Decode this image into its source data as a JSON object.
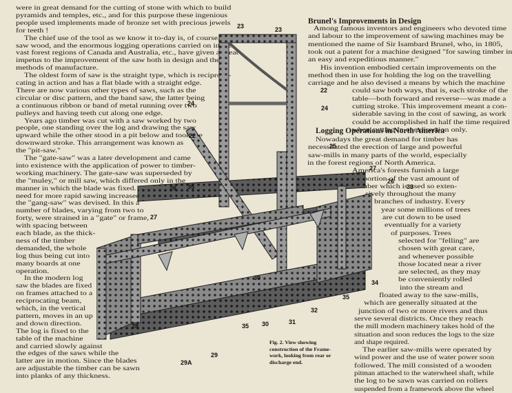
{
  "left_column": [
    "were in great demand for the cutting of stone with which to build",
    "pyramids and temples, etc., and for this purpose these ingenious",
    "people used implements made of bronze set with precious jewels",
    "for teeth !",
    "The chief use of the tool as we know it to-day is, of course, to",
    "saw wood, and the enormous logging operations carried on in the",
    "vast forest regions of Canada and Australia, etc., have given a great",
    "impetus to the improvement of the saw both in design and the",
    "methods of manufacture.",
    "The oldest form of saw is the straight type, which is reciproca-",
    "cating in action and has a flat blade with a straight edge.",
    "There are now various other types of saws, such as the",
    "circular or disc pattern, and the band saw, the latter being",
    "a continuous ribbon or band of metal running over two",
    "pulleys and having teeth cut along one edge.",
    "Years ago timber was cut with a saw worked by two",
    "people, one standing over the log and drawing the saw",
    "upward while the other stood in a pit below and took the",
    "downward stroke. This arrangement was known as",
    "the \"pit-saw.\"",
    "The \"gate-saw\" was a later development and came",
    "into existence with the application of power to timber-",
    "working machinery. The gate-saw was superseded by",
    "the \"muley,\" or mill saw, which differed only in the",
    "manner in which the blade was fixed. Eventually, as the",
    "need for more rapid sawing increased,",
    "the \"gang-saw\" was devised. In this a",
    "number of blades, varying from two to",
    "forty, were strained in a \"gate\" or frame,",
    "with spacing between",
    "each blade, as the thick-",
    "ness of the timber",
    "demanded, the whole",
    "log thus being cut into",
    "many boards at one",
    "operation.",
    "In the modern log",
    "saw the blades are fixed",
    "on frames attached to a",
    "reciprocating beam,",
    "which, in the vertical",
    "pattern, moves in an up",
    "and down direction.",
    "The log is fixed to the",
    "table of the machine",
    "and carried slowly against",
    "the edges of the saws while the",
    "latter are in motion. Since the blades",
    "are adjustable the timber can be sawn",
    "into planks of any thickness."
  ],
  "right_column": {
    "heading1": "Brunel's Improvements in Design",
    "para1": [
      "Among famous inventors and engineers who devoted time",
      "and labour to the improvement of sawing machines may be",
      "mentioned the name of Sir Isambard Brunel, who, in 1805,",
      "took out a patent for a machine designed \"for sawing timber in",
      "an easy and expeditious manner.\"",
      "His invention embodied certain improvements on the",
      "method then in use for holding the log on the travelling",
      "carriage and he also devised a means by which the machine",
      "could saw both ways, that is, each stroke of the",
      "table—both forward and reverse—was made a",
      "cutting stroke. This improvement meant a con-",
      "siderable saving in the cost of sawing, as work",
      "could be accomplished in half the time required",
      "when cutting in one direction only."
    ],
    "heading2": "Logging Operations in North America",
    "para2": [
      "Nowadays the great demand for timber has",
      "necessitated the erection of large and powerful",
      "saw-mills in many parts of the world, especially",
      "in the forest regions of North America.",
      "America's forests furnish a large",
      "proportion of the vast amount of",
      "timber which is used so exten-",
      "sively throughout the many",
      "branches of industry. Every",
      "year some millions of trees",
      "are cut down to be used",
      "eventually for a variety",
      "of purposes. Trees",
      "selected for \"felling\" are",
      "chosen with great care,",
      "and whenever possible",
      "those located near a river",
      "are selected, as they may",
      "be conveniently rolled",
      "into the stream and",
      "floated away to the saw-mills,",
      "which are generally situated at the",
      "junction of two or more rivers and thus",
      "serve several districts. Once they reach",
      "the mill modern machinery takes hold of the",
      "situation and soon reduces the logs to the size",
      "and shape required.",
      "The earlier saw-mills were operated by",
      "wind power and the use of water power soon",
      "followed. The mill consisted of a wooden",
      "pitman attached to the waterwheel shaft, while",
      "the log to be sawn was carried on rollers",
      "suspended from a framework above the wheel"
    ]
  },
  "caption": [
    "Fig. 2. View showing",
    "construction of the Frame-",
    "work, looking from rear or",
    "discharge end."
  ],
  "part_numbers": [
    "23",
    "23",
    "22",
    "24",
    "24",
    "22",
    "25",
    "27",
    "26",
    "33",
    "35",
    "26",
    "27",
    "30",
    "34",
    "35",
    "32",
    "31",
    "30",
    "35",
    "28",
    "29",
    "29A"
  ]
}
